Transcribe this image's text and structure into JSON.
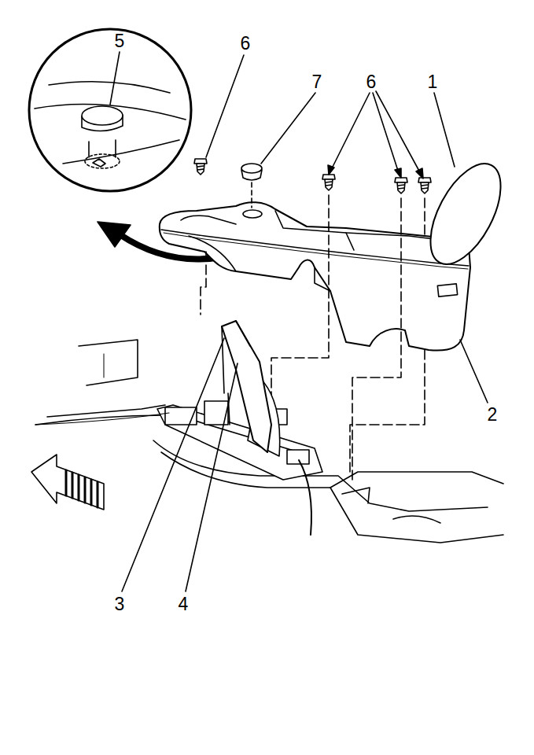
{
  "diagram": {
    "labels": [
      "5",
      "6",
      "7",
      "6",
      "1",
      "2",
      "3",
      "4"
    ]
  }
}
